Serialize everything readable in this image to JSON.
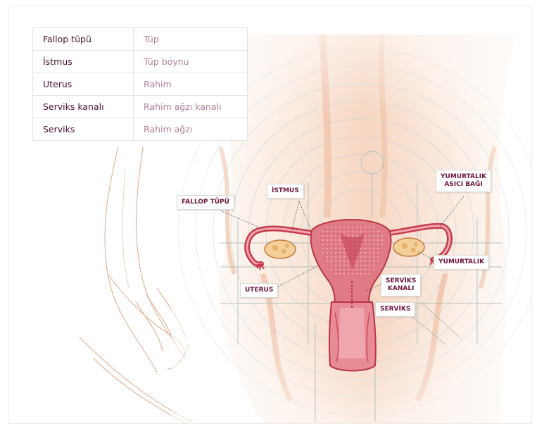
{
  "glossary": [
    {
      "term": "Fallop tüpü",
      "meaning": "Tüp"
    },
    {
      "term": "İstmus",
      "meaning": "Tüp boynu"
    },
    {
      "term": "Uterus",
      "meaning": "Rahim"
    },
    {
      "term": "Serviks kanalı",
      "meaning": "Rahim ağzı kanalı"
    },
    {
      "term": "Serviks",
      "meaning": "Rahim ağzı"
    }
  ],
  "labels": {
    "fallop": "FALLOP TÜPÜ",
    "istmus": "İSTMUS",
    "ligament_line1": "YUMURTALIK",
    "ligament_line2": "ASICI BAĞI",
    "ovary": "YUMURTALIK",
    "uterus": "UTERUS",
    "canal_line1": "SERVİKS",
    "canal_line2": "KANALI",
    "cervix": "SERVİKS"
  },
  "colors": {
    "term_text": "#4a1035",
    "meaning_text": "#b0809c",
    "label_text": "#6d1540",
    "uterus_fill": "#e07a84",
    "grid_line": "#b9c9c9",
    "sketch": "#e3a070"
  }
}
